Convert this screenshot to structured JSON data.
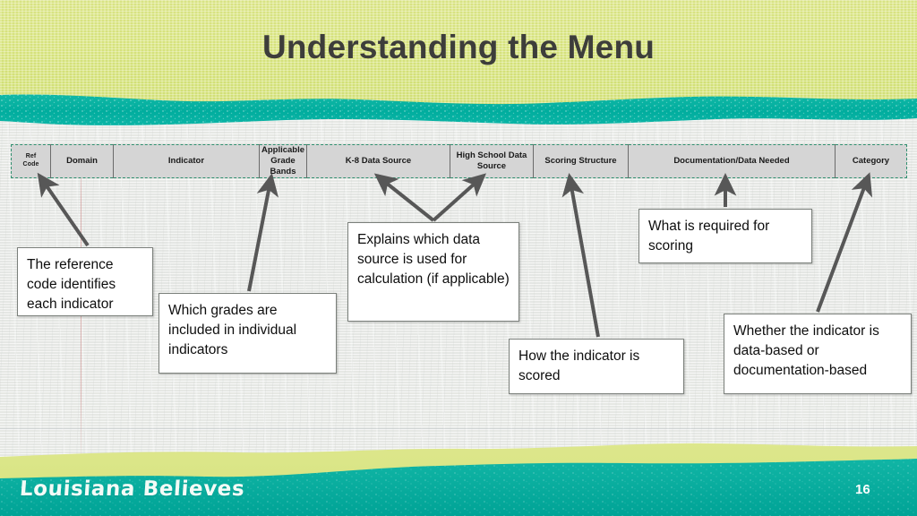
{
  "slide": {
    "title": "Understanding the Menu",
    "page_number": "16",
    "logo_text": "Louisiana Believes",
    "colors": {
      "banner_green": "#d9e485",
      "teal": "#0fb3a4",
      "teal_dark": "#00a99d",
      "paper": "#ecefec",
      "table_header_fill": "#d5d5d5",
      "table_border_dashed": "#2f8f6f",
      "arrow": "#575757",
      "title_text": "#3d3d3b"
    }
  },
  "table": {
    "columns": [
      {
        "label": "Ref Code",
        "lines": [
          "Ref",
          "Code"
        ],
        "width_pct": 4.4
      },
      {
        "label": "Domain",
        "lines": [
          "Domain"
        ],
        "width_pct": 7.0
      },
      {
        "label": "Indicator",
        "lines": [
          "Indicator"
        ],
        "width_pct": 16.3
      },
      {
        "label": "Applicable Grade Bands",
        "lines": [
          "Applicable",
          "Grade Bands"
        ],
        "width_pct": 5.3
      },
      {
        "label": "K-8 Data Source",
        "lines": [
          "K-8 Data Source"
        ],
        "width_pct": 16.0
      },
      {
        "label": "High School Data Source",
        "lines": [
          "High School Data",
          "Source"
        ],
        "width_pct": 9.3
      },
      {
        "label": "Scoring Structure",
        "lines": [
          "Scoring Structure"
        ],
        "width_pct": 10.6
      },
      {
        "label": "Documentation/Data Needed",
        "lines": [
          "Documentation/Data Needed"
        ],
        "width_pct": 23.1
      },
      {
        "label": "Category",
        "lines": [
          "Category"
        ],
        "width_pct": 8.0
      }
    ]
  },
  "callouts": [
    {
      "id": "ref",
      "text": "The reference code identifies each indicator",
      "points_to": "Ref Code"
    },
    {
      "id": "grades",
      "text": "Which grades are included in individual indicators",
      "points_to": "Applicable Grade Bands"
    },
    {
      "id": "explains",
      "text": "Explains which data source is used for calculation (if applicable)",
      "points_to": "K-8 Data Source / High School Data Source"
    },
    {
      "id": "scored",
      "text": "How the indicator is scored",
      "points_to": "Scoring Structure"
    },
    {
      "id": "required",
      "text": "What is required for scoring",
      "points_to": "Documentation/Data Needed"
    },
    {
      "id": "whether",
      "text": "Whether the indicator is data-based or documentation-based",
      "points_to": "Category"
    }
  ]
}
